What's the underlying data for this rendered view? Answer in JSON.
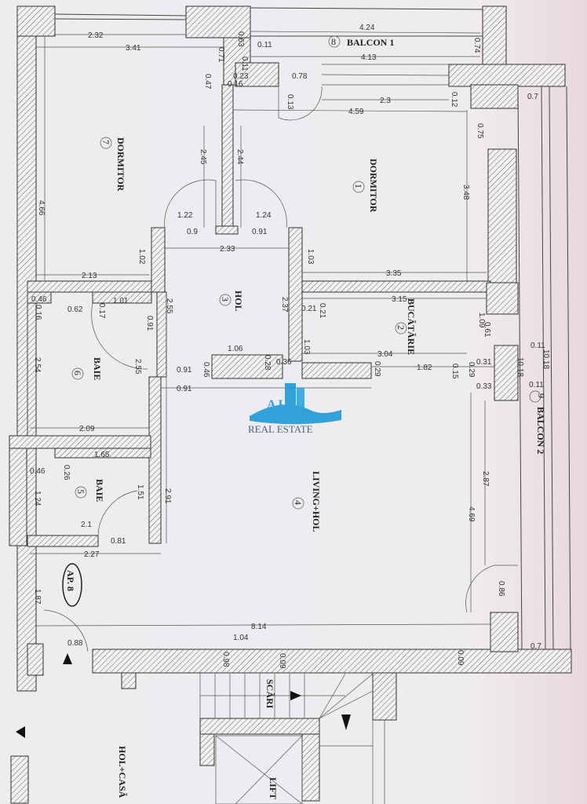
{
  "rooms": {
    "dormitor7": {
      "name": "DORMITOR",
      "number": "7"
    },
    "dormitor1": {
      "name": "DORMITOR",
      "number": "1"
    },
    "hol3": {
      "name": "HOL",
      "number": "3"
    },
    "bucatarie2": {
      "name": "BUCĂTĂRIE",
      "number": "2"
    },
    "baie6": {
      "name": "BAIE",
      "number": "6"
    },
    "baie5": {
      "name": "BAIE",
      "number": "5"
    },
    "living4": {
      "name": "LIVING+HOL",
      "number": "4"
    },
    "balcon1": {
      "name": "BALCON 1",
      "number": "8"
    },
    "balcon2": {
      "name": "BALCON 2",
      "number": "9"
    }
  },
  "labels": {
    "apartment": "AP. 8",
    "stairs": "SCĂRI",
    "lift": "LIFT",
    "hall": "HOL+CASĂ",
    "watermark_letters": "A L",
    "watermark_text": "REAL ESTATE"
  },
  "colors": {
    "paper": "#ece9ee",
    "ink": "#333333",
    "watermark": "#1e9ad6"
  },
  "dimensions": [
    "2.32",
    "3.41",
    "4.66",
    "0.71",
    "0.63",
    "0.11",
    "0.47",
    "0.23",
    "0.16",
    "0.11",
    "4.24",
    "4.13",
    "0.74",
    "0.78",
    "2.3",
    "4.59",
    "0.13",
    "0.12",
    "0.7",
    "0.75",
    "2.45",
    "2.44",
    "3.48",
    "1.22",
    "1.24",
    "0.9",
    "0.91",
    "2.33",
    "1.02",
    "1.03",
    "2.13",
    "3.35",
    "0.46",
    "0.16",
    "1.01",
    "0.62",
    "0.17",
    "2.55",
    "0.91",
    "2.37",
    "0.21",
    "0.21",
    "3.15",
    "1.03",
    "1.09",
    "0.61",
    "1.06",
    "0.28",
    "0.36",
    "0.46",
    "0.91",
    "3.04",
    "1.82",
    "0.29",
    "0.15",
    "0.29",
    "0.31",
    "0.11",
    "10.18",
    "0.11",
    "0.33",
    "0.91",
    "2.54",
    "2.55",
    "2.09",
    "1.65",
    "0.46",
    "0.26",
    "1.24",
    "1.51",
    "2.1",
    "0.81",
    "2.91",
    "2.27",
    "2.87",
    "4.69",
    "10.18",
    "1.87",
    "0.86",
    "8.14",
    "0.88",
    "1.04",
    "0.98",
    "0.09",
    "0.09",
    "0.7"
  ]
}
